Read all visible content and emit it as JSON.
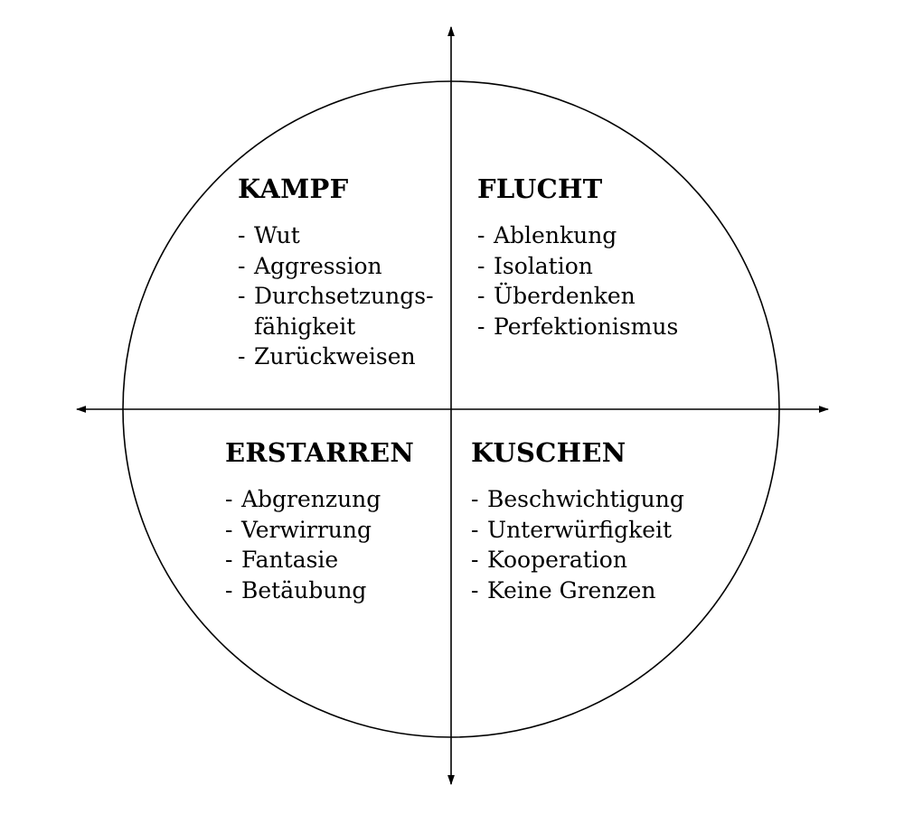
{
  "colors": {
    "background": "#ffffff",
    "ink": "#000000"
  },
  "quadrants": [
    {
      "id": "kampf",
      "title": "KAMPF",
      "items": [
        "Wut",
        "Aggression",
        "Durchsetzungs-",
        "fähigkeit",
        "Zurückweisen"
      ],
      "dashes": [
        true,
        true,
        true,
        false,
        true
      ]
    },
    {
      "id": "flucht",
      "title": "FLUCHT",
      "items": [
        "Ablenkung",
        "Isolation",
        "Überdenken",
        "Perfektionismus"
      ],
      "dashes": [
        true,
        true,
        true,
        true
      ]
    },
    {
      "id": "erstarren",
      "title": "ERSTARREN",
      "items": [
        "Abgrenzung",
        "Verwirrung",
        "Fantasie",
        "Betäubung"
      ],
      "dashes": [
        true,
        true,
        true,
        true
      ]
    },
    {
      "id": "kuschen",
      "title": "KUSCHEN",
      "items": [
        "Beschwichtigung",
        "Unterwürfigkeit",
        "Kooperation",
        "Keine Grenzen"
      ],
      "dashes": [
        true,
        true,
        true,
        true
      ]
    }
  ]
}
